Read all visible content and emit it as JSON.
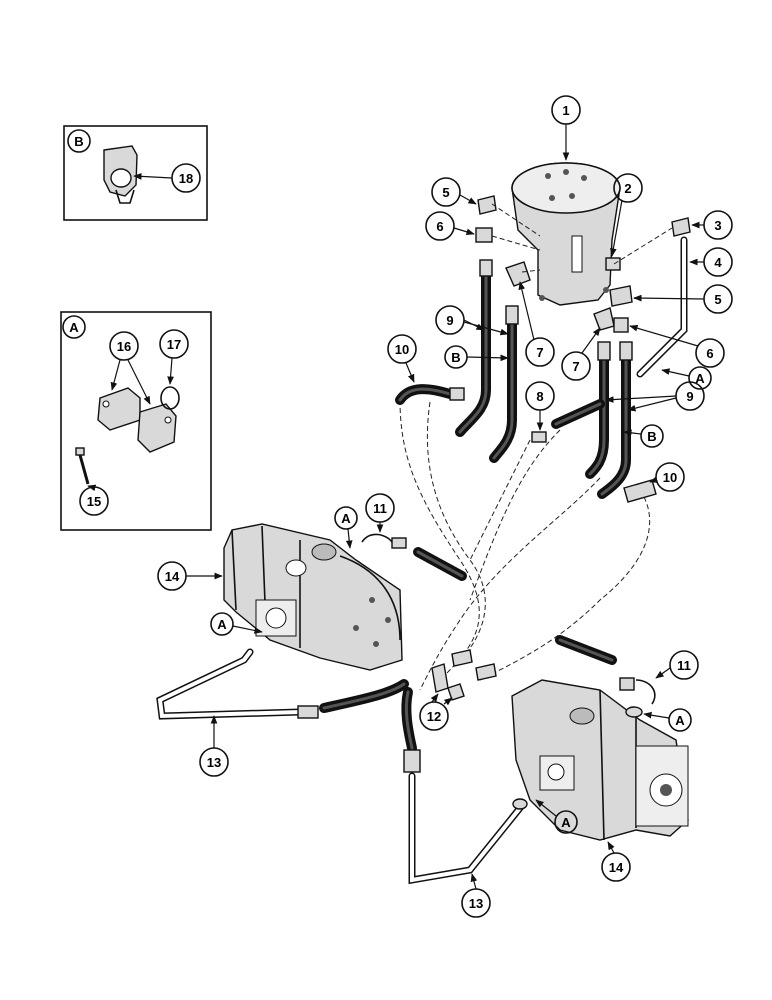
{
  "insets": {
    "b": {
      "letter": "B",
      "callouts": [
        "18"
      ]
    },
    "a": {
      "letter": "A",
      "callouts": [
        "16",
        "17",
        "15"
      ]
    }
  },
  "callouts": [
    {
      "id": "c1",
      "label": "1"
    },
    {
      "id": "c2",
      "label": "2"
    },
    {
      "id": "c3",
      "label": "3"
    },
    {
      "id": "c4",
      "label": "4"
    },
    {
      "id": "c5a",
      "label": "5"
    },
    {
      "id": "c5b",
      "label": "5"
    },
    {
      "id": "c6a",
      "label": "6"
    },
    {
      "id": "c6b",
      "label": "6"
    },
    {
      "id": "c7a",
      "label": "7"
    },
    {
      "id": "c7b",
      "label": "7"
    },
    {
      "id": "c8",
      "label": "8"
    },
    {
      "id": "c9a",
      "label": "9"
    },
    {
      "id": "c9b",
      "label": "9"
    },
    {
      "id": "c10a",
      "label": "10"
    },
    {
      "id": "c10b",
      "label": "10"
    },
    {
      "id": "c11a",
      "label": "11"
    },
    {
      "id": "c11b",
      "label": "11"
    },
    {
      "id": "c12",
      "label": "12"
    },
    {
      "id": "c13a",
      "label": "13"
    },
    {
      "id": "c13b",
      "label": "13"
    },
    {
      "id": "c14a",
      "label": "14"
    },
    {
      "id": "c14b",
      "label": "14"
    },
    {
      "id": "c15",
      "label": "15"
    },
    {
      "id": "c16",
      "label": "16"
    },
    {
      "id": "c17",
      "label": "17"
    },
    {
      "id": "c18",
      "label": "18"
    }
  ],
  "ref_letters": [
    {
      "id": "rA1",
      "label": "A"
    },
    {
      "id": "rA2",
      "label": "A"
    },
    {
      "id": "rA3",
      "label": "A"
    },
    {
      "id": "rA4",
      "label": "A"
    },
    {
      "id": "rA5",
      "label": "A"
    },
    {
      "id": "rB1",
      "label": "B"
    },
    {
      "id": "rB2",
      "label": "B"
    }
  ]
}
